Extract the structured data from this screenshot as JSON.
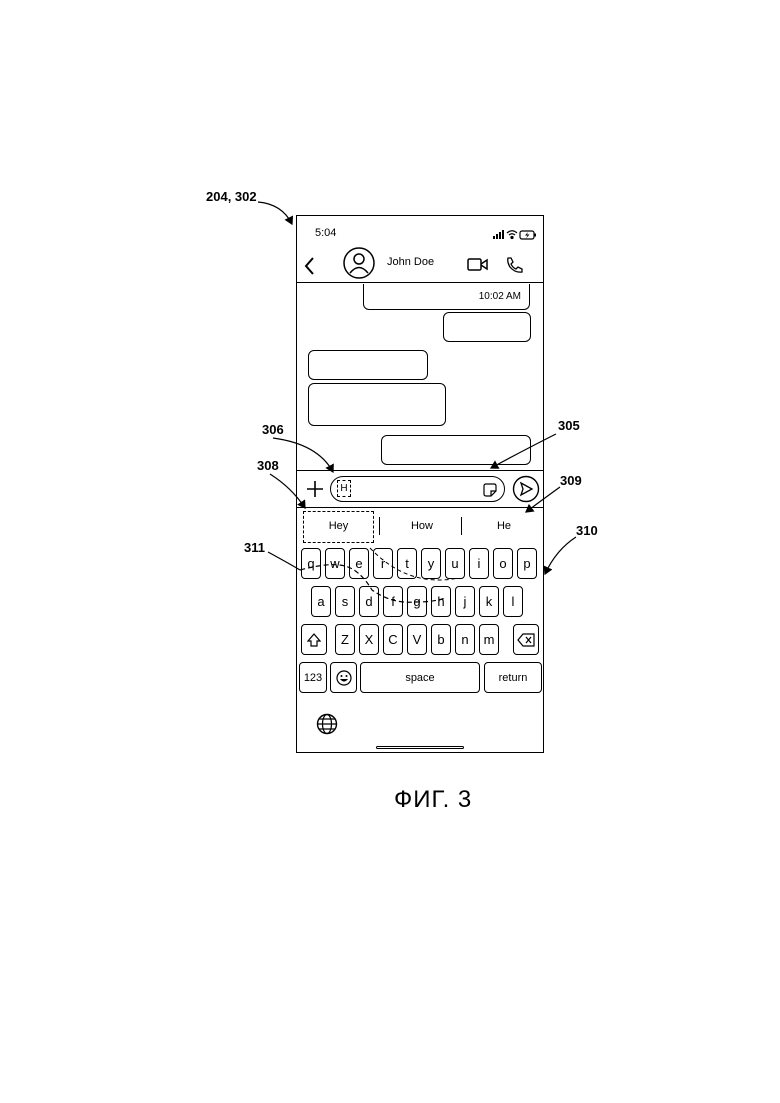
{
  "figure": {
    "caption": "ФИГ. 3",
    "reference_labels": {
      "device": "204, 302",
      "input_field": "306",
      "send_area": "305",
      "prediction_first": "308",
      "prediction_bar": "309",
      "keyboard": "310",
      "swipe_path": "311"
    }
  },
  "status_bar": {
    "time": "5:04"
  },
  "header": {
    "contact_name": "John Doe"
  },
  "messages": {
    "timestamp": "10:02 AM"
  },
  "composer": {
    "text": "H"
  },
  "predictions": [
    "Hey",
    "How",
    "He"
  ],
  "keyboard": {
    "row1": [
      "q",
      "w",
      "e",
      "r",
      "t",
      "y",
      "u",
      "i",
      "o",
      "p"
    ],
    "row2": [
      "a",
      "s",
      "d",
      "f",
      "g",
      "h",
      "j",
      "k",
      "l"
    ],
    "row3": [
      "Z",
      "X",
      "C",
      "V",
      "b",
      "n",
      "m"
    ],
    "numbers_key": "123",
    "space_key": "space",
    "return_key": "return"
  }
}
